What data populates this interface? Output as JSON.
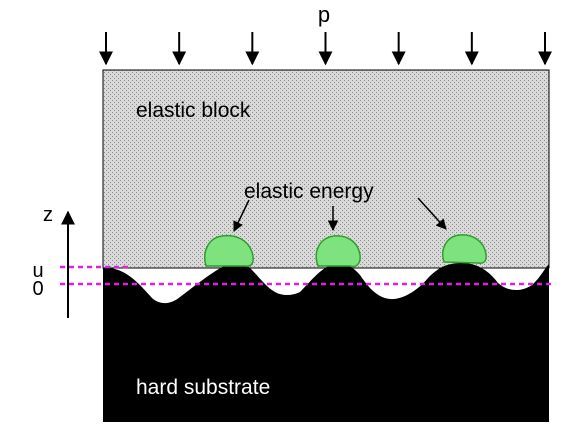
{
  "labels": {
    "pressure": "p",
    "elastic_block": "elastic block",
    "elastic_energy": "elastic energy",
    "z_axis": "z",
    "u_level": "u",
    "zero_level": "0",
    "hard_substrate": "hard substrate"
  },
  "colors": {
    "block_fill": "#d9d9d9",
    "block_stipple": "#8c8c8c",
    "substrate": "#000000",
    "energy_fill": "#7ee37e",
    "energy_stroke": "#2f9e2f",
    "dashed_line": "#e020e0"
  },
  "counts": {
    "pressure_arrows": 7,
    "energy_blobs": 3
  }
}
